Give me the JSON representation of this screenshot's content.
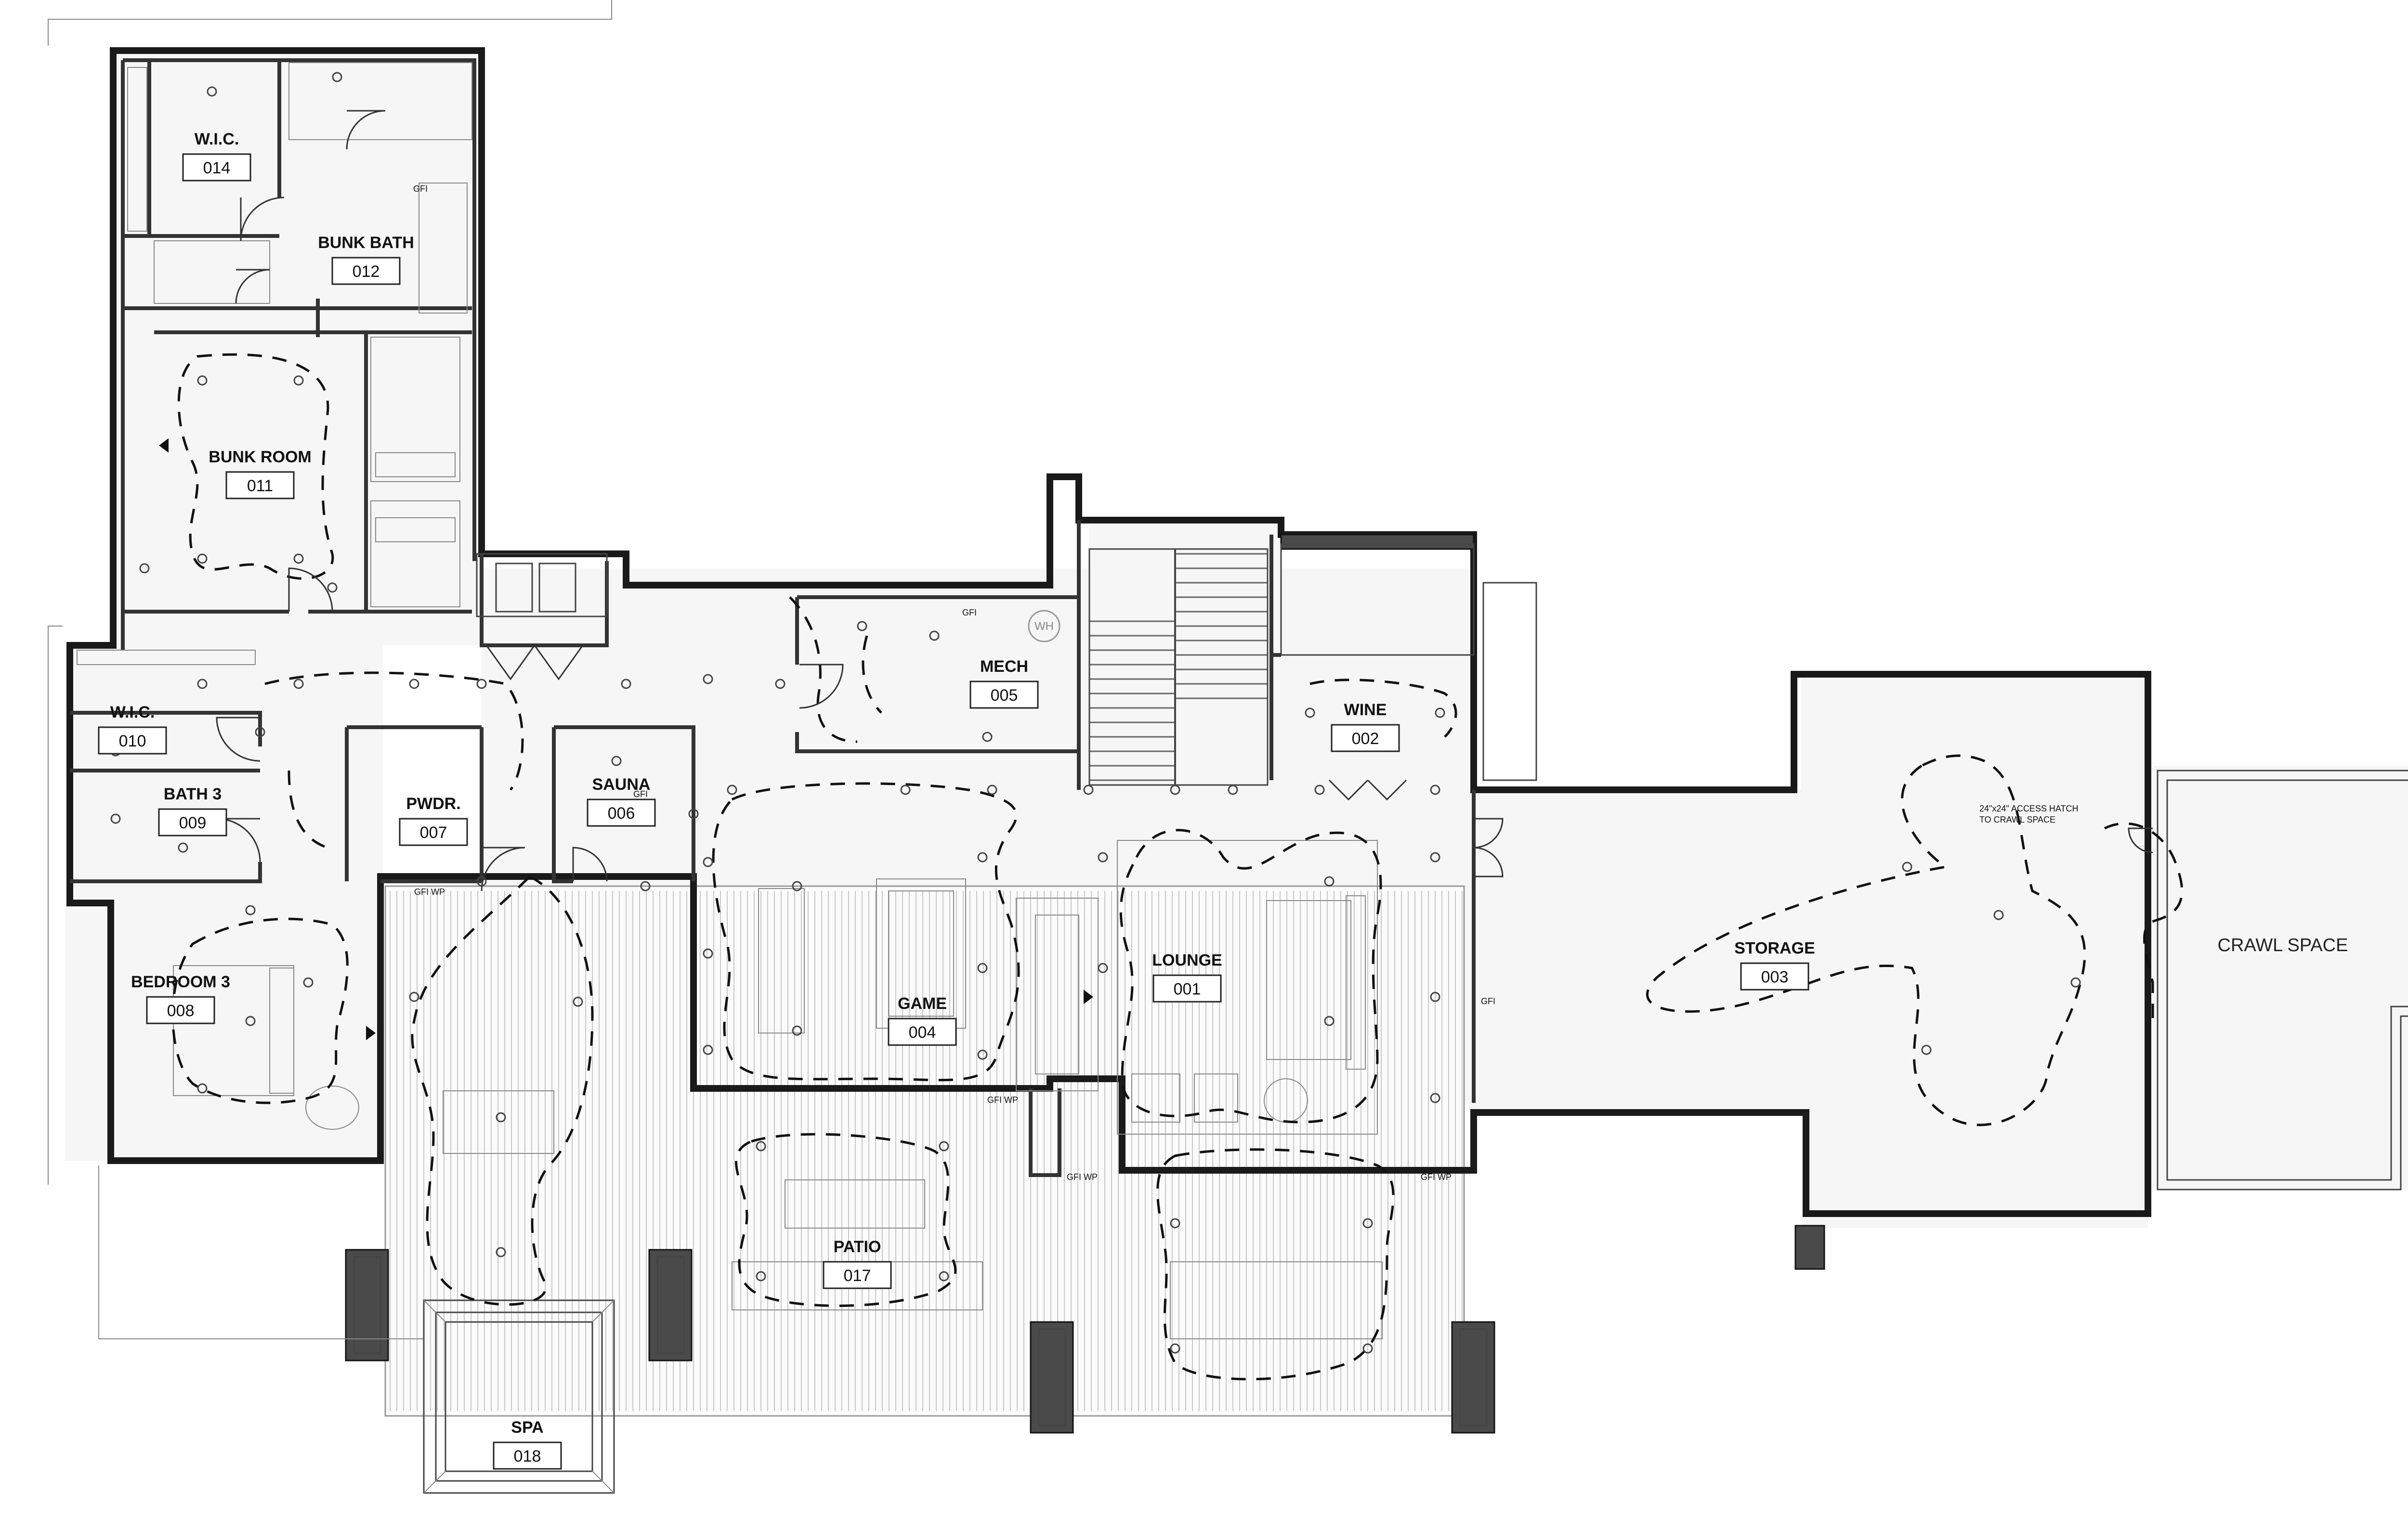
{
  "rooms": [
    {
      "name": "W.I.C.",
      "number": "014"
    },
    {
      "name": "BUNK BATH",
      "number": "012"
    },
    {
      "name": "BUNK ROOM",
      "number": "011"
    },
    {
      "name": "W.I.C.",
      "number": "010"
    },
    {
      "name": "BATH 3",
      "number": "009"
    },
    {
      "name": "PWDR.",
      "number": "007"
    },
    {
      "name": "SAUNA",
      "number": "006"
    },
    {
      "name": "BEDROOM 3",
      "number": "008"
    },
    {
      "name": "MECH",
      "number": "005"
    },
    {
      "name": "WINE",
      "number": "002"
    },
    {
      "name": "GAME",
      "number": "004"
    },
    {
      "name": "LOUNGE",
      "number": "001"
    },
    {
      "name": "STORAGE",
      "number": "003"
    },
    {
      "name": "PATIO",
      "number": "017"
    },
    {
      "name": "SPA",
      "number": "018"
    }
  ],
  "labels": {
    "crawl_space": "CRAWL SPACE",
    "access_hatch_line1": "24\"x24\" ACCESS HATCH",
    "access_hatch_line2": "TO CRAWL SPACE",
    "water_heater": "WH",
    "gfi": "GFI",
    "gfi_wp": "GFI WP"
  }
}
